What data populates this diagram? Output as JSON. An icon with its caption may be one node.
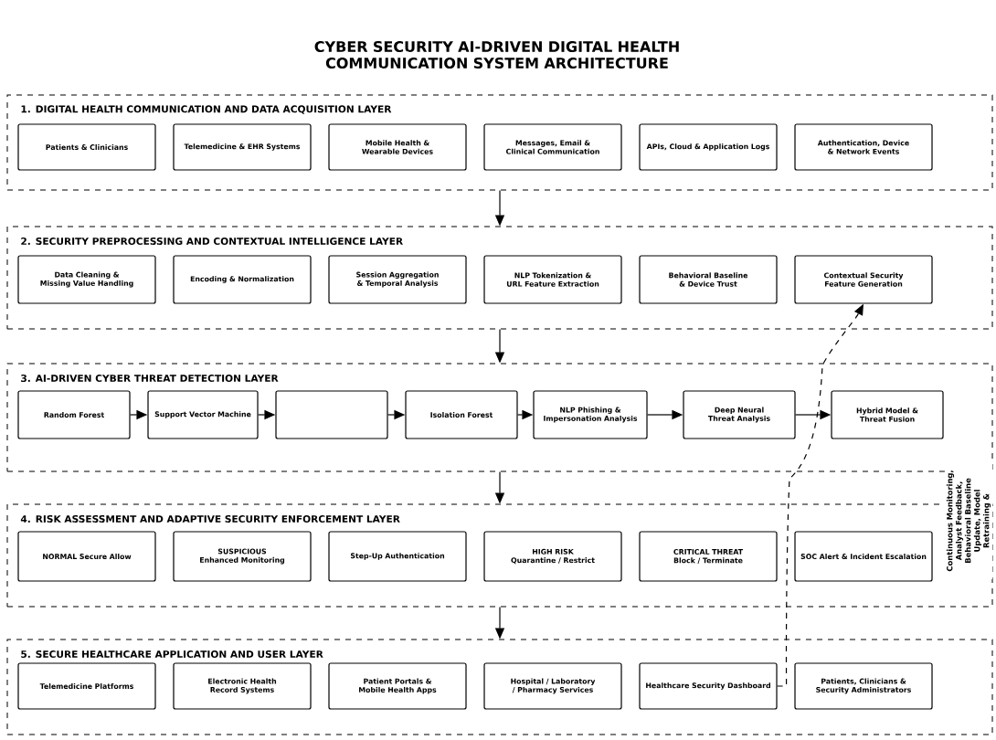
{
  "diagram": {
    "title": "CYBER SECURITY AI-DRIVEN DIGITAL HEALTH COMMUNICATION SYSTEM ARCHITECTURE",
    "nodes": [
      {
        "text": [
          "1. DIGITAL HEALTH COMMUNICATION AND DATA ACQUISITION LAYER"
        ]
      },
      {
        "text": [
          "Patients & Clinicians"
        ],
        "in": 0
      },
      {
        "text": [
          "Telemedicine & EHR Systems"
        ],
        "in": 0
      },
      {
        "text": [
          "Mobile Health & Wearable Devices"
        ],
        "in": 0
      },
      {
        "text": [
          "Messages, Email & Clinical Communication"
        ],
        "in": 0
      },
      {
        "text": [
          "APIs, Cloud & Application Logs"
        ],
        "in": 0
      },
      {
        "text": [
          "Authentication, Device & Network Events"
        ],
        "in": 0
      },
      {
        "text": [
          "2. SECURITY PREPROCESSING AND CONTEXTUAL INTELLIGENCE LAYER"
        ]
      },
      {
        "text": [
          "Data Cleaning & Missing Value Handling"
        ],
        "in": 7
      },
      {
        "text": [
          "Encoding & Normalization"
        ],
        "in": 7
      },
      {
        "text": [
          "Session Aggregation & Temporal Analysis"
        ],
        "in": 7
      },
      {
        "text": [
          "NLP Tokenization & URL Feature Extraction"
        ],
        "in": 7
      },
      {
        "text": [
          "Behavioral Baseline & Device Trust"
        ],
        "in": 7
      },
      {
        "text": [
          "Contextual Security Feature Generation"
        ],
        "in": 7
      },
      {
        "text": [
          "3. AI-DRIVEN CYBER THREAT DETECTION LAYER"
        ]
      },
      {
        "text": [
          "Random Forest"
        ],
        "in": 14
      },
      {
        "text": [
          "Support Vector Machine"
        ],
        "in": 14
      },
      {
        "text": [],
        "shape": "box",
        "in": 14
      },
      {
        "text": [
          "Isolation Forest"
        ],
        "in": 14
      },
      {
        "text": [
          "NLP Phishing & Impersonation Analysis"
        ],
        "in": 14
      },
      {
        "text": [
          "Deep Neural Threat Analysis"
        ],
        "in": 14
      },
      {
        "text": [
          "Hybrid Model & Threat Fusion"
        ],
        "in": 14
      },
      {
        "text": [
          "4. RISK ASSESSMENT AND ADAPTIVE SECURITY ENFORCEMENT LAYER"
        ]
      },
      {
        "text": [
          "NORMAL Secure Allow"
        ],
        "in": 22
      },
      {
        "text": [
          "SUSPICIOUS Enhanced Monitoring"
        ],
        "in": 22
      },
      {
        "text": [
          "Step-Up Authentication"
        ],
        "in": 22
      },
      {
        "text": [
          "HIGH RISK Quarantine / Restrict"
        ],
        "in": 22
      },
      {
        "text": [
          "CRITICAL THREAT Block / Terminate"
        ],
        "in": 22
      },
      {
        "text": [
          "SOC Alert & Incident Escalation"
        ],
        "in": 22
      },
      {
        "text": [
          "5. SECURE HEALTHCARE APPLICATION AND USER LAYER"
        ]
      },
      {
        "text": [
          "Telemedicine Platforms"
        ],
        "in": 29
      },
      {
        "text": [
          "Electronic Health Record Systems"
        ],
        "in": 29
      },
      {
        "text": [
          "Patient Portals & Mobile Health Apps"
        ],
        "in": 29
      },
      {
        "text": [
          "Hospital / Laboratory / Pharmacy Services"
        ],
        "in": 29
      },
      {
        "text": [
          "Healthcare Security Dashboard"
        ],
        "in": 29
      },
      {
        "text": [
          "Patients, Clinicians & Security Administrators"
        ],
        "in": 29
      }
    ],
    "edges": [
      {
        "from": 0,
        "to": 7,
        "arrow": "to"
      },
      {
        "from": 7,
        "to": 14,
        "arrow": "to"
      },
      {
        "from": 14,
        "to": 22,
        "arrow": "to"
      },
      {
        "from": 22,
        "to": 29,
        "arrow": "to"
      },
      {
        "from": 15,
        "to": 16,
        "arrow": "to"
      },
      {
        "from": 16,
        "to": 17,
        "arrow": "to"
      },
      {
        "from": 17,
        "to": 18,
        "arrow": "to"
      },
      {
        "from": 18,
        "to": 19,
        "arrow": "to"
      },
      {
        "from": 19,
        "to": 20,
        "arrow": "to"
      },
      {
        "from": 20,
        "to": 21,
        "arrow": "to"
      },
      {
        "from": 34,
        "to": 13,
        "arrow": "to",
        "style": "dashed"
      }
    ],
    "labels": [
      "Continuous Monitoring, Analyst Feedback, Behavioral Baseline Update, Model Retraining &"
    ]
  }
}
